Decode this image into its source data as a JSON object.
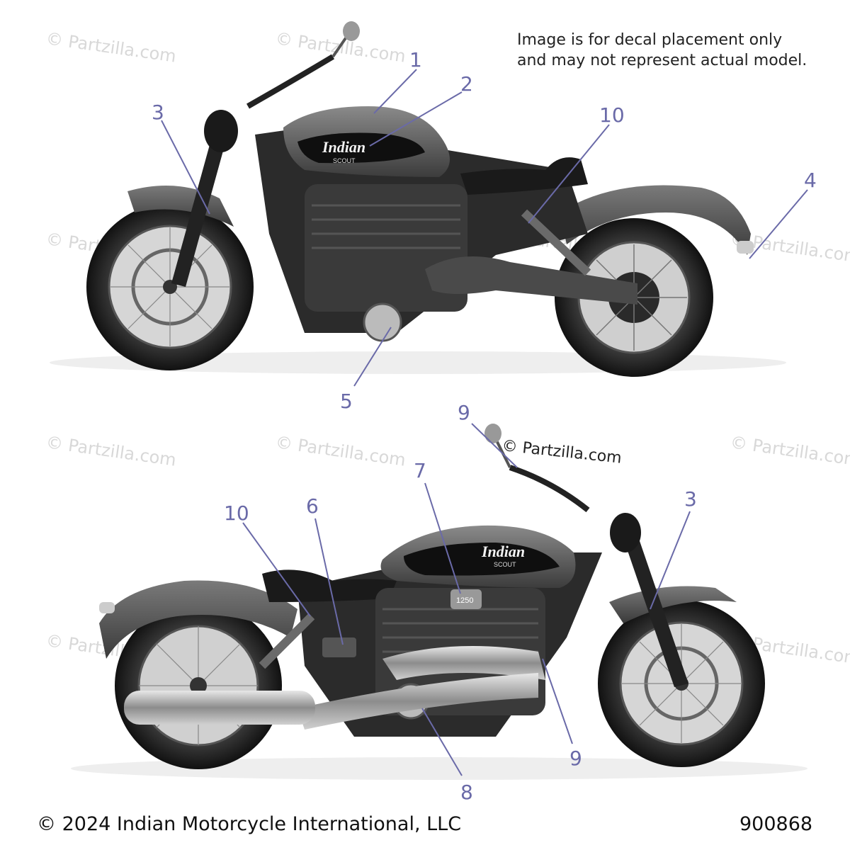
{
  "note": {
    "line1": "Image is for decal placement only",
    "line2": "and may not represent actual model."
  },
  "footer": {
    "copyright": "© 2024 Indian Motorcycle International, LLC",
    "diagram_number": "900868"
  },
  "watermark": "© Partzilla.com",
  "brand": {
    "logo": "Indian",
    "model": "SCOUT"
  },
  "badge_text": "1250",
  "callout_color": "#6a6aa8",
  "callouts_top": [
    "1",
    "2",
    "3",
    "4",
    "5",
    "10"
  ],
  "callouts_bottom": [
    "3",
    "6",
    "7",
    "8",
    "9",
    "9",
    "10"
  ]
}
